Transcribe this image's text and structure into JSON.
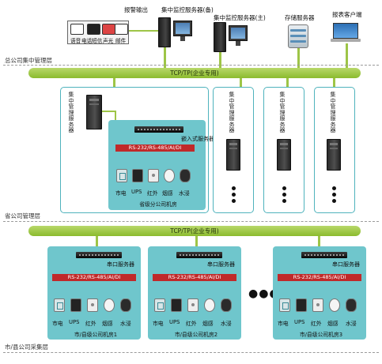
{
  "top": {
    "alarm_output": "报警输出",
    "backup_server": "集中监控服务器(备)",
    "main_server": "集中监控服务器(主)",
    "storage_server": "存储服务器",
    "report_client": "报表客户端",
    "alarm_devices": [
      "语音",
      "电话短信",
      "声光",
      "邮件"
    ]
  },
  "zones": {
    "hq": "总公司集中管理层",
    "province": "省公司管理层",
    "city": "市/县公司采集层"
  },
  "bus": {
    "top": "TCP/TP(企业专用)",
    "middle": "TCP/TP(企业专用)"
  },
  "province_panel": {
    "mgmt_server": "集中管理服务器",
    "embedded_server": "嵌入式服务器",
    "protocol_bar": "RS-232/RS-485/AI/DI",
    "devices": [
      "市电",
      "UPS",
      "红外",
      "烟感",
      "水浸"
    ],
    "room_title": "省级分公司机房"
  },
  "province_columns": [
    {
      "mgmt_server": "集中管理服务器"
    },
    {
      "mgmt_server": "集中管理服务器"
    },
    {
      "mgmt_server": "集中管理服务器"
    }
  ],
  "city_rooms": [
    {
      "serial_server": "串口服务器",
      "protocol_bar": "RS-232/RS-485/AI/DI",
      "devices": [
        "市电",
        "UPS",
        "红外",
        "烟感",
        "水浸"
      ],
      "room_title": "市/县级公司机房1"
    },
    {
      "serial_server": "串口服务器",
      "protocol_bar": "RS-232/RS-485/AI/DI",
      "devices": [
        "市电",
        "UPS",
        "红外",
        "烟感",
        "水浸"
      ],
      "room_title": "市/县级公司机房2"
    },
    {
      "serial_server": "串口服务器",
      "protocol_bar": "RS-232/RS-485/AI/DI",
      "devices": [
        "市电",
        "UPS",
        "红外",
        "烟感",
        "水浸"
      ],
      "room_title": "市/县级公司机房3"
    }
  ],
  "ellipsis": "●●●",
  "colors": {
    "bus": "#9ec547",
    "panel_border": "#4fb3bd",
    "panel_fill": "#6fc6cc",
    "protocol_bar": "#c0292a"
  }
}
